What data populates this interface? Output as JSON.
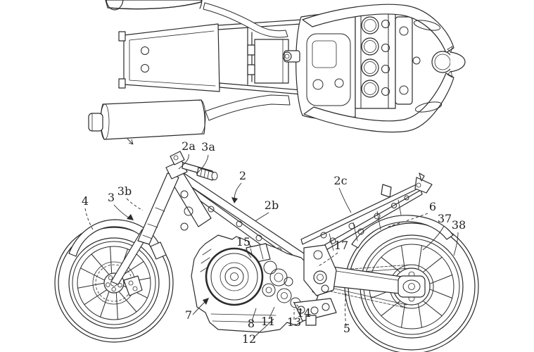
{
  "figure": {
    "background_color": "#ffffff",
    "line_color": "#2b2b2b",
    "label_color": "#222222",
    "labels": [
      {
        "id": "ref-2a",
        "text": "2a"
      },
      {
        "id": "ref-3a",
        "text": "3a"
      },
      {
        "id": "ref-2",
        "text": "2"
      },
      {
        "id": "ref-2b",
        "text": "2b"
      },
      {
        "id": "ref-2c",
        "text": "2c"
      },
      {
        "id": "ref-3",
        "text": "3"
      },
      {
        "id": "ref-3b",
        "text": "3b"
      },
      {
        "id": "ref-4",
        "text": "4"
      },
      {
        "id": "ref-15",
        "text": "15"
      },
      {
        "id": "ref-17",
        "text": "17"
      },
      {
        "id": "ref-6",
        "text": "6"
      },
      {
        "id": "ref-37",
        "text": "37"
      },
      {
        "id": "ref-38",
        "text": "38"
      },
      {
        "id": "ref-7",
        "text": "7"
      },
      {
        "id": "ref-8",
        "text": "8"
      },
      {
        "id": "ref-11",
        "text": "11"
      },
      {
        "id": "ref-12",
        "text": "12"
      },
      {
        "id": "ref-13",
        "text": "13"
      },
      {
        "id": "ref-14",
        "text": "14"
      },
      {
        "id": "ref-5",
        "text": "5"
      }
    ]
  }
}
